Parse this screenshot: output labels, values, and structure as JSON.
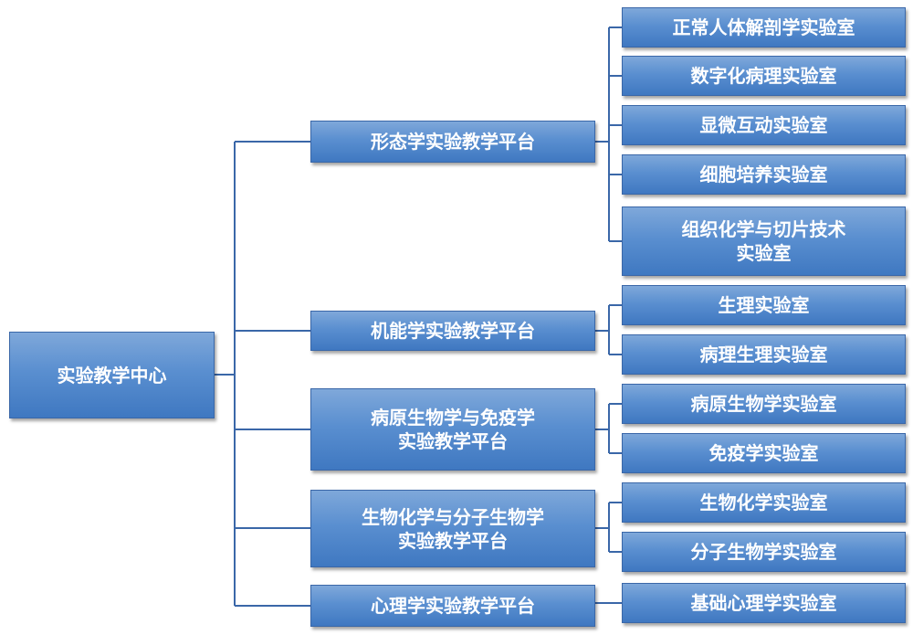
{
  "root": {
    "label": "实验教学中心"
  },
  "platforms": [
    {
      "label": "形态学实验教学平台",
      "labs": [
        "正常人体解剖学实验室",
        "数字化病理实验室",
        "显微互动实验室",
        "细胞培养实验室",
        "组织化学与切片技术\n实验室"
      ]
    },
    {
      "label": "机能学实验教学平台",
      "labs": [
        "生理实验室",
        "病理生理实验室"
      ]
    },
    {
      "label": "病原生物学与免疫学\n实验教学平台",
      "labs": [
        "病原生物学实验室",
        "免疫学实验室"
      ]
    },
    {
      "label": "生物化学与分子生物学\n实验教学平台",
      "labs": [
        "生物化学实验室",
        "分子生物学实验室"
      ]
    },
    {
      "label": "心理学实验教学平台",
      "labs": [
        "基础心理学实验室"
      ]
    }
  ],
  "colors": {
    "box_top": "#7fa8da",
    "box_bottom": "#3f78c1",
    "line": "#3a67a8"
  }
}
